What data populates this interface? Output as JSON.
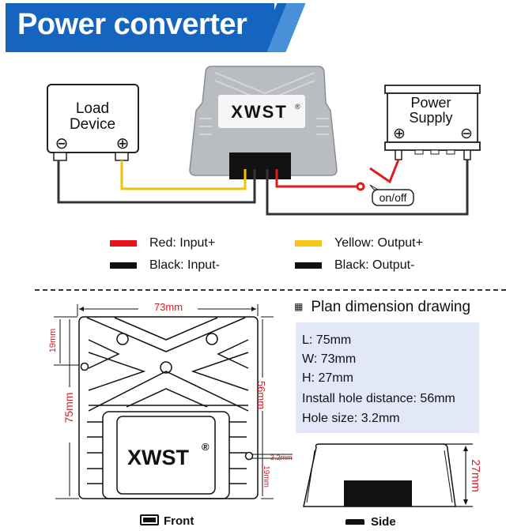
{
  "header": {
    "title": "Power converter"
  },
  "wiring": {
    "load_device": {
      "label_line1": "Load",
      "label_line2": "Device",
      "neg_symbol": "⊖",
      "pos_symbol": "⊕"
    },
    "converter": {
      "brand": "XWST",
      "mark": "®"
    },
    "power_supply": {
      "label_line1": "Power",
      "label_line2": "Supply",
      "pos_symbol": "⊕",
      "neg_symbol": "⊖"
    },
    "switch": {
      "label": "on/off"
    },
    "wire_colors": {
      "red": "#e01b1b",
      "yellow": "#f2c200",
      "black": "#222222"
    }
  },
  "legend": [
    {
      "color": "#e8141c",
      "label": "Red: Input+"
    },
    {
      "color": "#f5c518",
      "label": "Yellow: Output+"
    },
    {
      "color": "#111111",
      "label": "Black: Input-"
    },
    {
      "color": "#111111",
      "label": "Black: Output-"
    }
  ],
  "plan": {
    "title": "Plan dimension drawing",
    "icon": "list-icon",
    "specs": [
      "L:  75mm",
      "W:  73mm",
      "H:  27mm",
      "Install hole distance: 56mm",
      "Hole size: 3.2mm"
    ]
  },
  "front_drawing": {
    "brand": "XWST",
    "mark": "®",
    "dims": {
      "width": "73mm",
      "length": "75mm",
      "top_offset": "19mm",
      "hole_distance": "56mm",
      "bottom_offset": "19mm",
      "hole_size": "3.2mm"
    },
    "caption": "Front"
  },
  "side_drawing": {
    "dims": {
      "height": "27mm"
    },
    "caption": "Side"
  },
  "dim_color": "#d0202a"
}
